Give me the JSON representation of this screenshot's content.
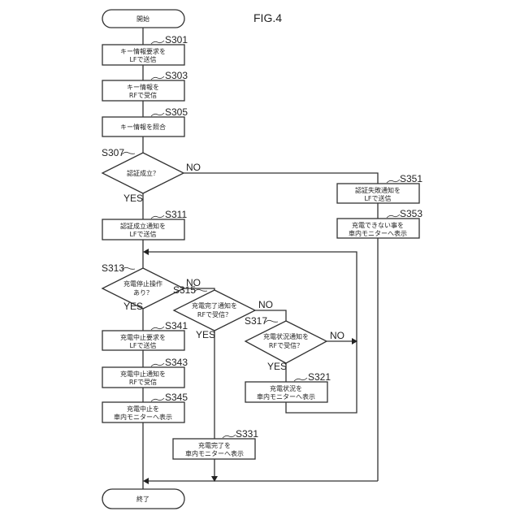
{
  "figure": {
    "title": "FIG.4"
  },
  "terminals": {
    "start": "開始",
    "end": "終了"
  },
  "steps": {
    "s301": {
      "id": "S301",
      "lines": [
        "キー情報要求を",
        "LFで送信"
      ]
    },
    "s303": {
      "id": "S303",
      "lines": [
        "キー情報を",
        "RFで受信"
      ]
    },
    "s305": {
      "id": "S305",
      "lines": [
        "キー情報を照合"
      ]
    },
    "s307": {
      "id": "S307",
      "lines": [
        "認証成立？"
      ]
    },
    "s311": {
      "id": "S311",
      "lines": [
        "認証成立通知を",
        "LFで送信"
      ]
    },
    "s313": {
      "id": "S313",
      "lines": [
        "充電停止操作",
        "あり？"
      ]
    },
    "s315": {
      "id": "S315",
      "lines": [
        "充電完了通知を",
        "RFで受信？"
      ]
    },
    "s317": {
      "id": "S317",
      "lines": [
        "充電状況通知を",
        "RFで受信？"
      ]
    },
    "s321": {
      "id": "S321",
      "lines": [
        "充電状況を",
        "車内モニターへ表示"
      ]
    },
    "s331": {
      "id": "S331",
      "lines": [
        "充電完了を",
        "車内モニターへ表示"
      ]
    },
    "s341": {
      "id": "S341",
      "lines": [
        "充電中止要求を",
        "LFで送信"
      ]
    },
    "s343": {
      "id": "S343",
      "lines": [
        "充電中止通知を",
        "RFで受信"
      ]
    },
    "s345": {
      "id": "S345",
      "lines": [
        "充電中止を",
        "車内モニターへ表示"
      ]
    },
    "s351": {
      "id": "S351",
      "lines": [
        "認証失敗通知を",
        "LFで送信"
      ]
    },
    "s353": {
      "id": "S353",
      "lines": [
        "充電できない事を",
        "車内モニターへ表示"
      ]
    }
  },
  "branches": {
    "yes": "YES",
    "no": "NO"
  }
}
